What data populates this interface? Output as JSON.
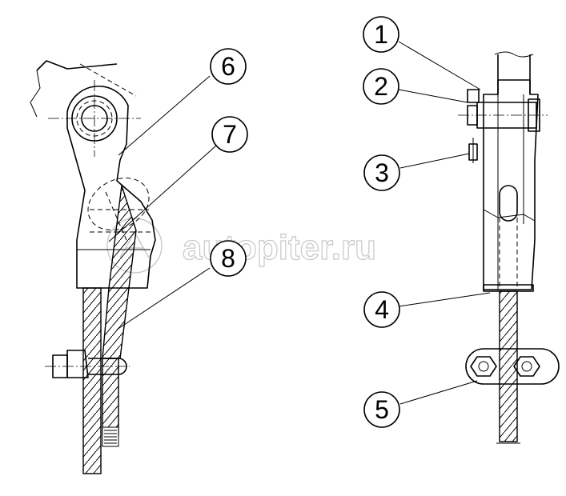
{
  "watermark": {
    "text": "autopiter.ru"
  },
  "callouts": [
    {
      "id": "1",
      "label": "1"
    },
    {
      "id": "2",
      "label": "2"
    },
    {
      "id": "3",
      "label": "3"
    },
    {
      "id": "4",
      "label": "4"
    },
    {
      "id": "5",
      "label": "5"
    },
    {
      "id": "6",
      "label": "6"
    },
    {
      "id": "7",
      "label": "7"
    },
    {
      "id": "8",
      "label": "8"
    }
  ],
  "colors": {
    "line": "#000000",
    "background": "#ffffff",
    "watermark": "#c8c8c8"
  }
}
